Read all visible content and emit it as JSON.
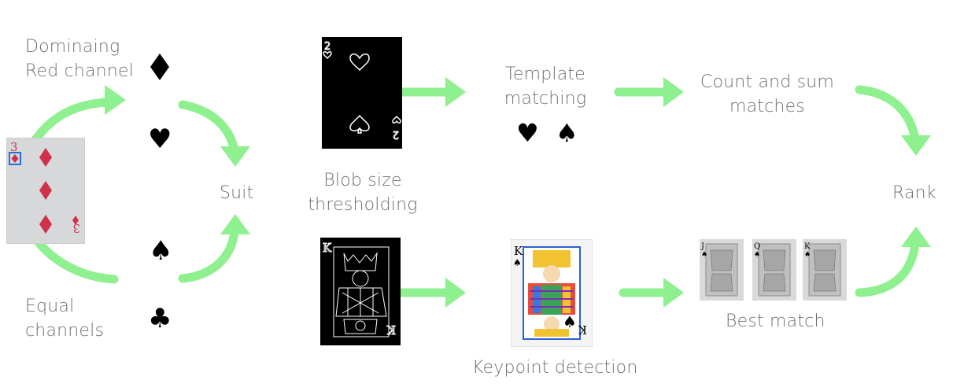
{
  "labels": {
    "dominating_line1": "Dominaing",
    "dominating_line2": "Red channel",
    "equal_line1": "Equal",
    "equal_line2": "channels",
    "suit": "Suit",
    "blob_line1": "Blob size",
    "blob_line2": "thresholding",
    "template_line1": "Template",
    "template_line2": "matching",
    "count_line1": "Count and sum",
    "count_line2": "matches",
    "keypoint": "Keypoint detection",
    "best_match": "Best match",
    "rank": "Rank"
  },
  "cards": {
    "three_rank": "3",
    "two_rank": "2",
    "king_rank": "K",
    "jack_rank": "J",
    "queen_rank": "Q"
  },
  "icons": {
    "suits": [
      "diamond-icon",
      "heart-icon",
      "spade-icon",
      "club-icon"
    ]
  },
  "colors": {
    "arrow": "#8ef08e",
    "card_red": "#d0304a",
    "label_gray": "#6f6f6f"
  }
}
